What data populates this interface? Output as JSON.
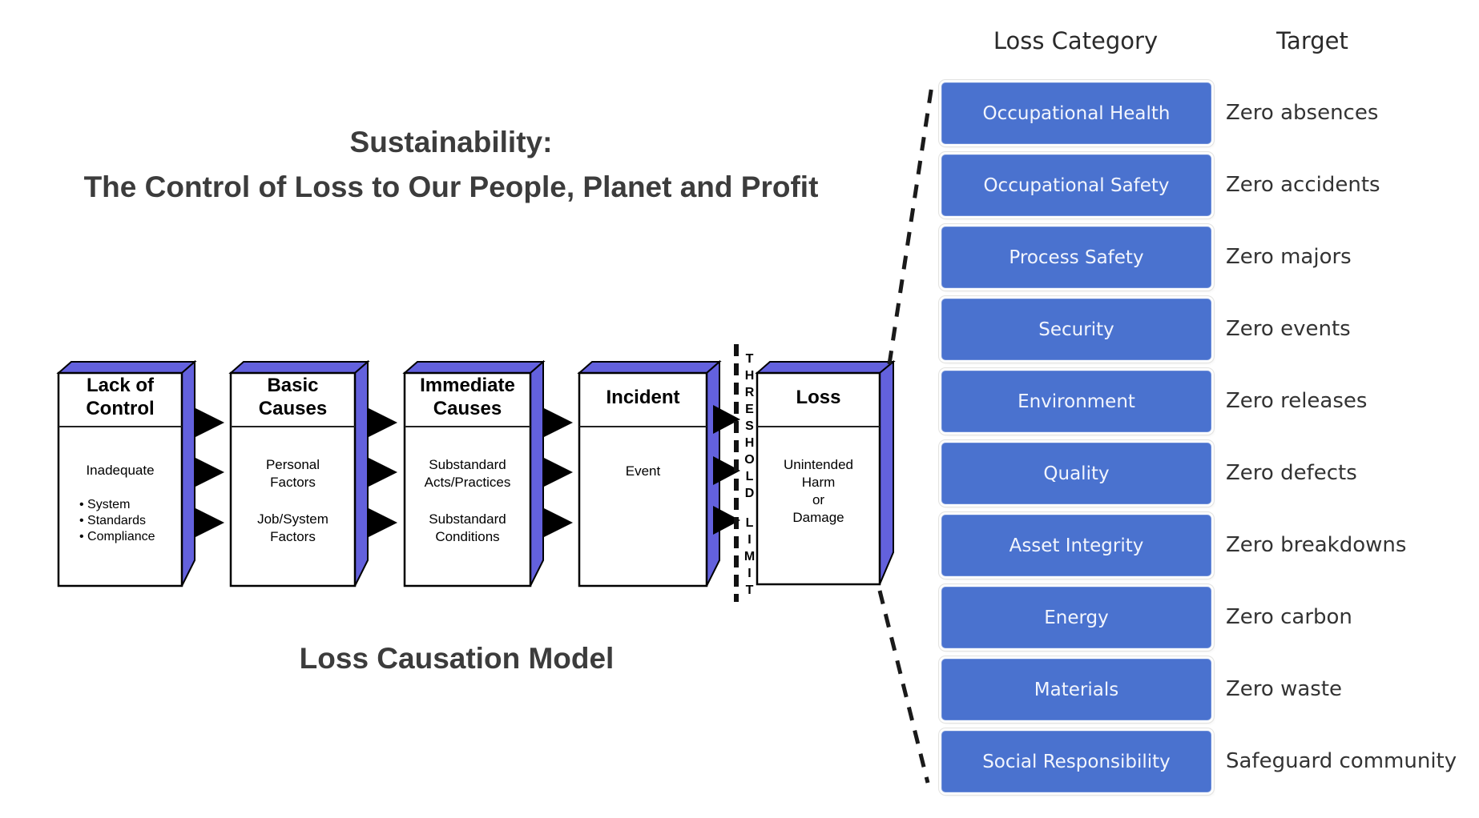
{
  "title": {
    "line1": "Sustainability:",
    "line2": "The Control of Loss to Our People, Planet and Profit"
  },
  "caption": "Loss Causation Model",
  "threshold": {
    "word1": "THRESHOLD",
    "word2": "LIMIT"
  },
  "flow": {
    "boxes": [
      {
        "title": "Lack of\nControl",
        "intro": "Inadequate",
        "bullets": [
          "System",
          "Standards",
          "Compliance"
        ]
      },
      {
        "title": "Basic\nCauses",
        "paragraphs": [
          "Personal\nFactors",
          "Job/System\nFactors"
        ]
      },
      {
        "title": "Immediate\nCauses",
        "paragraphs": [
          "Substandard\nActs/Practices",
          "Substandard\nConditions"
        ]
      },
      {
        "title": "Incident",
        "paragraphs": [
          "Event"
        ]
      },
      {
        "title": "Loss",
        "paragraphs": [
          "Unintended\nHarm\nor\nDamage"
        ]
      }
    ]
  },
  "loss_table": {
    "headers": {
      "category": "Loss Category",
      "target": "Target"
    },
    "rows": [
      {
        "category": "Occupational Health",
        "target": "Zero absences"
      },
      {
        "category": "Occupational Safety",
        "target": "Zero accidents"
      },
      {
        "category": "Process Safety",
        "target": "Zero majors"
      },
      {
        "category": "Security",
        "target": "Zero events"
      },
      {
        "category": "Environment",
        "target": "Zero releases"
      },
      {
        "category": "Quality",
        "target": "Zero defects"
      },
      {
        "category": "Asset Integrity",
        "target": "Zero breakdowns"
      },
      {
        "category": "Energy",
        "target": "Zero carbon"
      },
      {
        "category": "Materials",
        "target": "Zero waste"
      },
      {
        "category": "Social Responsibility",
        "target": "Safeguard community"
      }
    ]
  },
  "colors": {
    "button_blue": "#4a72cf",
    "box_side_blue": "#6361dd",
    "title_gray": "#3c3c3c",
    "dash_black": "#1a1a1a"
  }
}
